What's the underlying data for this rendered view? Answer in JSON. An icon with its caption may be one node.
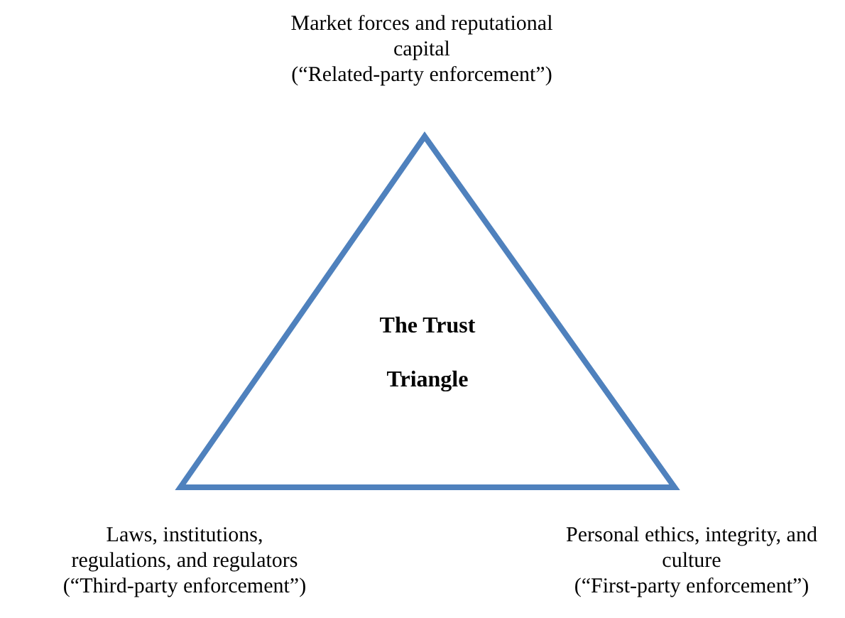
{
  "diagram": {
    "nodes": [
      {
        "text": [
          "The Trust Triangle"
        ]
      }
    ],
    "edges": [],
    "labels": [
      "Market forces and reputational capital",
      "(“Related-party enforcement”)",
      "Laws, institutions, regulations, and regulators",
      "(“Third-party enforcement”)",
      "Personal ethics, integrity, and culture",
      "(“First-party enforcement”)"
    ]
  }
}
